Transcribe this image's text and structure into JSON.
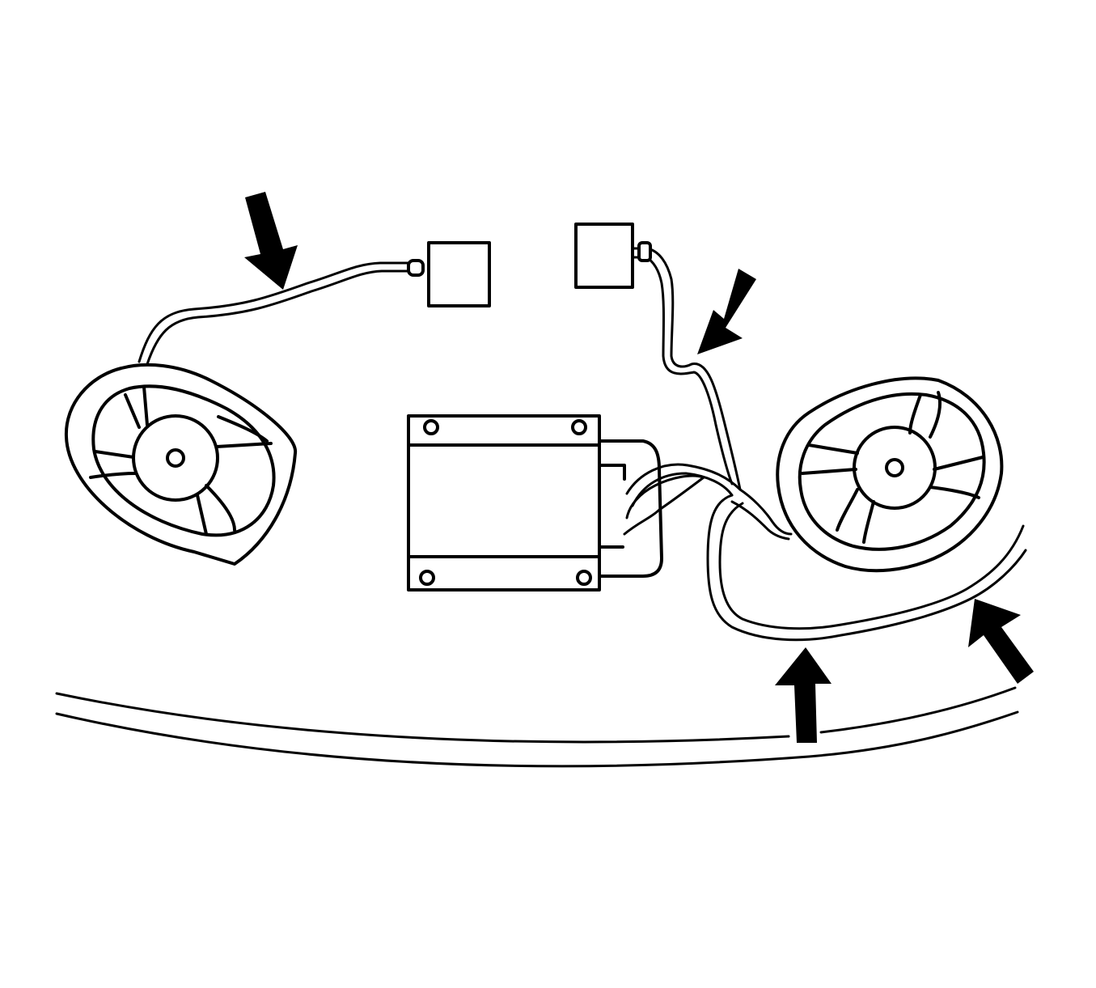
{
  "diagram": {
    "labels": [],
    "colors": {
      "ink": "#000000",
      "background": "#ffffff"
    },
    "components": {
      "speakers": [
        "left-speaker",
        "right-speaker"
      ],
      "connectors": [
        "left-connector",
        "right-connector"
      ],
      "module": "amplifier-module",
      "arrows": [
        "left-harness-arrow",
        "right-harness-arrow",
        "lower-harness-arrow",
        "right-lower-harness-arrow"
      ]
    }
  }
}
